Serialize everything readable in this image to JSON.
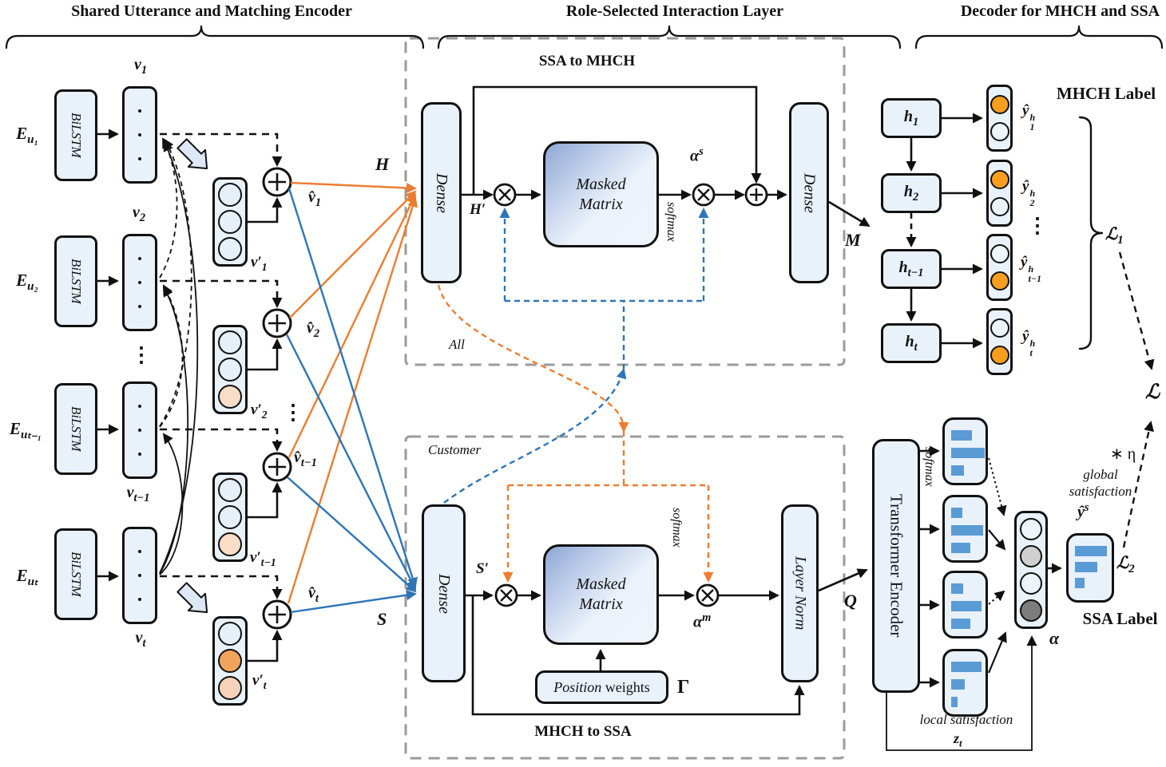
{
  "titles": {
    "encoder": "Shared Utterance and Matching Encoder",
    "interaction": "Role-Selected Interaction Layer",
    "decoder": "Decoder for MHCH and SSA"
  },
  "colors": {
    "accent_orange_line": "#ED7D31",
    "accent_blue_line": "#2E75B6",
    "bar_blue": "#5B9BD5",
    "label_orange": "#F79E1F",
    "peach": "#f9ddc6",
    "mid_orange": "#f1a35c",
    "utterance_gray": "#8c8c8c",
    "box_fill": "#e9f1fa",
    "dashed_border_gray": "#9b9b9b"
  },
  "encoder": {
    "bilstm": "BiLSTM",
    "inputs": [
      "E<sub>u₁</sub>",
      "E<sub>u₂</sub>",
      "E<sub>uₜ₋₁</sub>",
      "E<sub>uₜ</sub>"
    ],
    "v": [
      "v<sub>1</sub>",
      "v<sub>2</sub>",
      "v<sub>t−1</sub>",
      "v<sub>t</sub>"
    ],
    "vprime": [
      "v′<sub>1</sub>",
      "v′<sub>2</sub>",
      "v′<sub>t−1</sub>",
      "v′<sub>t</sub>"
    ],
    "vhat": [
      "v̂<sub>1</sub>",
      "v̂<sub>2</sub>",
      "v̂<sub>t−1</sub>",
      "v̂<sub>t</sub>"
    ],
    "H": "H",
    "S": "S",
    "dots": "⋮",
    "v_fill": [
      "#8c8c8c",
      "#8c8c8c",
      "#8c8c8c"
    ],
    "vprime_fills": [
      [
        "#e7eff9",
        "#e7eff9",
        "#e7eff9"
      ],
      [
        "#e7eff9",
        "#e7eff9",
        "#f9ddc6"
      ],
      [
        "#e7eff9",
        "#e7eff9",
        "#f9ddc6"
      ],
      [
        "#e7eff9",
        "#f1a35c",
        "#f6d3b8"
      ]
    ]
  },
  "interaction": {
    "ssa_to_mhch": "SSA to MHCH",
    "mhch_to_ssa": "MHCH to SSA",
    "dense": "Dense",
    "masked_matrix": "Masked<br>Matrix",
    "softmax": "softmax",
    "layer_norm": "Layer Norm",
    "position_weights": "<i>Position</i> weights",
    "h_prime": "H′",
    "s_prime": "S′",
    "alpha_s": "α<sup>s</sup>",
    "alpha_m": "α<sup>m</sup>",
    "m": "M",
    "q": "Q",
    "gamma": "Γ",
    "all": "All",
    "customer": "Customer"
  },
  "decoder": {
    "h": [
      "h<sub>1</sub>",
      "h<sub>2</sub>",
      "h<sub>t−1</sub>",
      "h<sub>t</sub>"
    ],
    "yh_base": "ŷ",
    "yh": [
      {
        "sup": "h",
        "sub": "1"
      },
      {
        "sup": "h",
        "sub": "2"
      },
      {
        "sup": "h",
        "sub": "t−1"
      },
      {
        "sup": "h",
        "sub": "t"
      }
    ],
    "dots": "⋮",
    "mhch_label": "MHCH Label",
    "ssa_label": "SSA Label",
    "transformer": "Transformer Encoder",
    "softmax": "softmax",
    "loss1": "ℒ<sub>1</sub>",
    "loss2": "ℒ<sub>2</sub>",
    "loss": "ℒ",
    "eta": "∗ η",
    "global_sat_1": "global",
    "global_sat_2": "satisfaction",
    "local_sat": "local satisfaction",
    "zt": "z<sub>t</sub>",
    "alpha": "α",
    "ys": "ŷ<sup>s</sup>",
    "hist": [
      [
        26,
        42,
        16
      ],
      [
        14,
        40,
        24
      ],
      [
        15,
        38,
        24
      ],
      [
        38,
        17,
        8
      ]
    ],
    "ssa_bars": [
      40,
      28,
      12
    ],
    "yh_fills": [
      [
        "#F79E1F",
        "#eef4fb"
      ],
      [
        "#F79E1F",
        "#eef4fb"
      ],
      [
        "#eef4fb",
        "#F79E1F"
      ],
      [
        "#eef4fb",
        "#F79E1F"
      ]
    ],
    "alpha_fills": [
      "#eef4fb",
      "#cfcfcf",
      "#eef4fb",
      "#7d7d7d"
    ]
  }
}
